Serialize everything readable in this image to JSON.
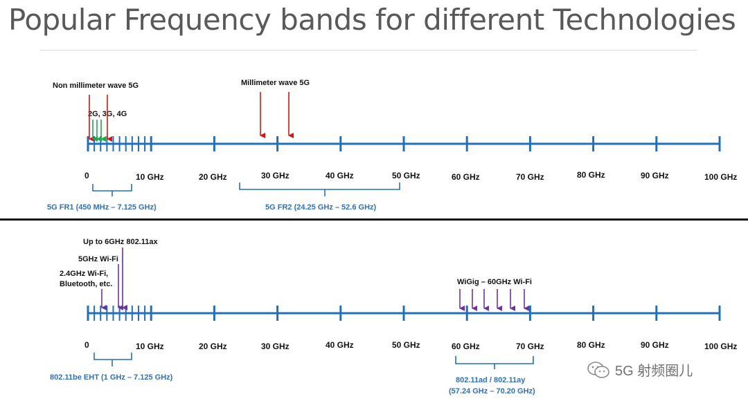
{
  "title": "Popular Frequency bands for different Technologies",
  "axis_ticks": [
    "0",
    "10 GHz",
    "20 GHz",
    "30 GHz",
    "40 GHz",
    "50 GHz",
    "60 GHz",
    "70 GHz",
    "80 GHz",
    "90 GHz",
    "100 GHz"
  ],
  "axis_range_ghz": [
    0,
    100
  ],
  "colors": {
    "axis": "#1f6fbf",
    "red_arrow": "#e01010",
    "green_arrow": "#1ea84b",
    "purple_arrow": "#7030a0",
    "band_text": "#2f6fbf",
    "label_text": "#111111"
  },
  "top_panel": {
    "labels": {
      "non_mmwave": "Non millimeter wave 5G",
      "mmwave": "Millimeter wave 5G",
      "legacy": "2G, 3G, 4G"
    },
    "bands": [
      {
        "label": "5G FR1 (450 MHz – 7.125 GHz)",
        "start_ghz": 0.45,
        "end_ghz": 7.125
      },
      {
        "label": "5G FR2 (24.25 GHz – 52.6 GHz)",
        "start_ghz": 24.25,
        "end_ghz": 52.6
      }
    ]
  },
  "bottom_panel": {
    "labels": {
      "ax": "Up to 6GHz 802.11ax",
      "wifi5": "5GHz Wi-Fi",
      "wifi24_line1": "2.4GHz Wi-Fi,",
      "wifi24_line2": "Bluetooth, etc.",
      "wigig": "WiGig  – 60GHz Wi-Fi"
    },
    "bands": [
      {
        "label": "802.11be EHT (1 GHz – 7.125 GHz)",
        "start_ghz": 1,
        "end_ghz": 7.125
      },
      {
        "label_line1": "802.11ad / 802.11ay",
        "label_line2": "(57.24 GHz – 70.20 GHz)",
        "start_ghz": 57.24,
        "end_ghz": 70.2
      }
    ]
  },
  "watermark": "5G 射频圈儿"
}
